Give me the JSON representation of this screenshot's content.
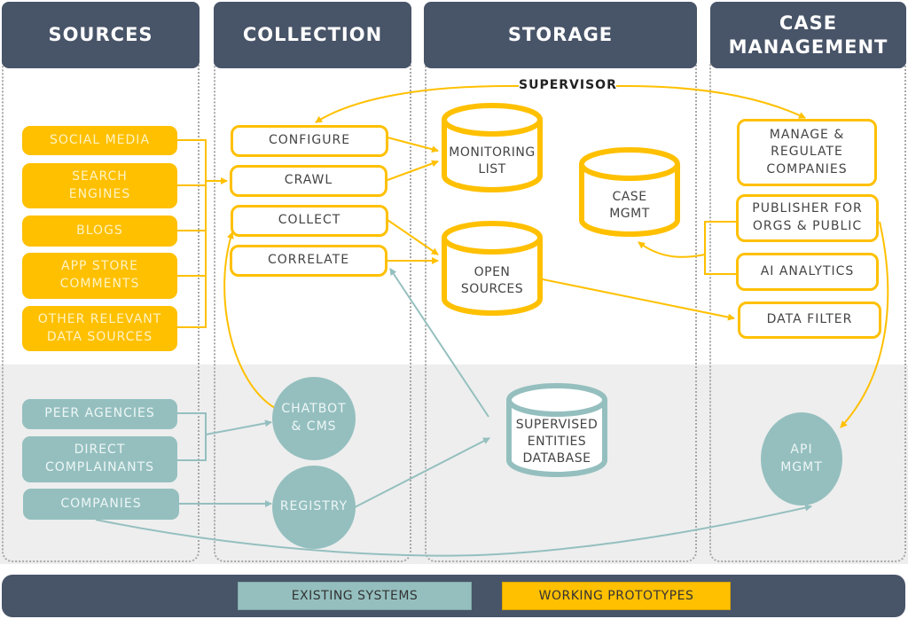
{
  "colors": {
    "header_bg": "#485468",
    "prototype_yellow": "#ffc000",
    "existing_teal": "#95bfbf",
    "band_gray": "#eeeeee"
  },
  "columns": [
    {
      "id": "sources",
      "title": "SOURCES"
    },
    {
      "id": "collection",
      "title": "COLLECTION"
    },
    {
      "id": "storage",
      "title": "STORAGE"
    },
    {
      "id": "case",
      "title": "CASE\nMANAGEMENT"
    }
  ],
  "supervisor_label": "SUPERVISOR",
  "sources_prototype": [
    "SOCIAL MEDIA",
    "SEARCH\nENGINES",
    "BLOGS",
    "APP STORE\nCOMMENTS",
    "OTHER RELEVANT\nDATA SOURCES"
  ],
  "sources_existing": [
    "PEER AGENCIES",
    "DIRECT\nCOMPLAINANTS",
    "COMPANIES"
  ],
  "collection_steps": [
    "CONFIGURE",
    "CRAWL",
    "COLLECT",
    "CORRELATE"
  ],
  "collection_existing": [
    "CHATBOT\n& CMS",
    "REGISTRY"
  ],
  "storage_prototype": [
    "MONITORING\nLIST",
    "CASE\nMGMT",
    "OPEN\nSOURCES"
  ],
  "storage_existing": [
    "SUPERVISED\nENTITIES\nDATABASE"
  ],
  "case_prototype": [
    "MANAGE &\nREGULATE\nCOMPANIES",
    "PUBLISHER FOR\nORGS & PUBLIC",
    "AI ANALYTICS",
    "DATA FILTER"
  ],
  "case_existing": [
    "API\nMGMT"
  ],
  "legend": {
    "existing": "EXISTING SYSTEMS",
    "prototype": "WORKING PROTOTYPES"
  }
}
